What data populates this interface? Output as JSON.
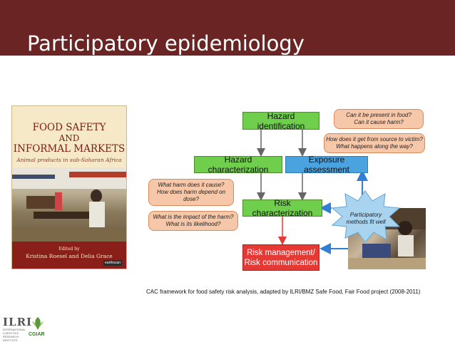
{
  "slide": {
    "title": "Participatory epidemiology",
    "caption": "CAC framework for food safety risk analysis, adapted by ILRI/BMZ Safe Food, Fair Food project (2008-2011)"
  },
  "book": {
    "title_line1": "FOOD SAFETY",
    "title_line2": "AND",
    "title_line3": "INFORMAL MARKETS",
    "subtitle": "Animal products in sub-Saharan Africa",
    "edited_by": "Edited by",
    "authors": "Kristina Roesel and Delia Grace",
    "publisher": "earthscan"
  },
  "diagram": {
    "hazard_identification": "Hazard identification",
    "hazard_characterization": "Hazard characterization",
    "exposure_assessment": "Exposure assessment",
    "risk_characterization": "Risk characterization",
    "risk_management_line1": "Risk management/",
    "risk_management_line2": "Risk communication",
    "callout1_line1": "Can it be present in food?",
    "callout1_line2": "Can it cause harm?",
    "callout2_line1": "How does it get from source to victim?",
    "callout2_line2": "What happens along the way?",
    "callout3_line1": "What harm does it cause?",
    "callout3_line2": "How does harm depend on",
    "callout3_line3": "dose?",
    "callout4_line1": "What is the impact of the harm?",
    "callout4_line2": "What is its likelihood?",
    "burst_line1": "Participatory",
    "burst_line2": "methods fit well"
  },
  "logos": {
    "ilri": "ILRI",
    "ilri_sub": "INTERNATIONAL LIVESTOCK RESEARCH INSTITUTE",
    "cgiar": "CGIAR"
  },
  "colors": {
    "header": "#6b2424",
    "green_box": "#6fcf4c",
    "blue_box": "#4aa3df",
    "red_box": "#e53935",
    "callout": "#f6c7a8",
    "burst": "#a8d4f0"
  }
}
